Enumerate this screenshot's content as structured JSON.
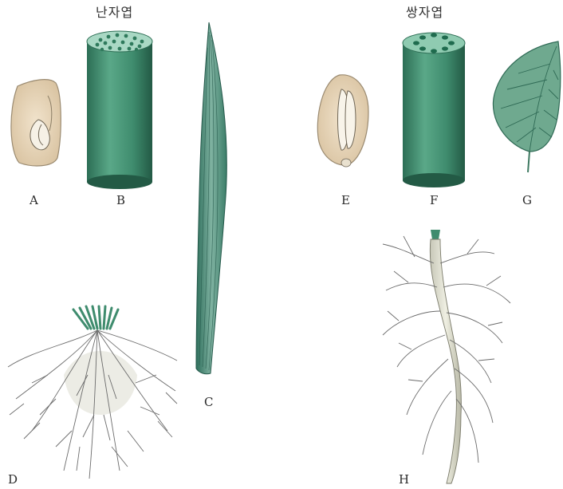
{
  "headings": {
    "monocot": "난자엽",
    "dicot": "쌍자엽"
  },
  "labels": {
    "a": "A",
    "b": "B",
    "c": "C",
    "d": "D",
    "e": "E",
    "f": "F",
    "g": "G",
    "h": "H"
  },
  "colors": {
    "stem_green": "#3f8c6e",
    "stem_top": "#9fd1bd",
    "bundle": "#2f7a5c",
    "leaf_green": "#4f8f7a",
    "seed_beige": "#e8d7bd",
    "root_gray": "#7a7a7a"
  }
}
